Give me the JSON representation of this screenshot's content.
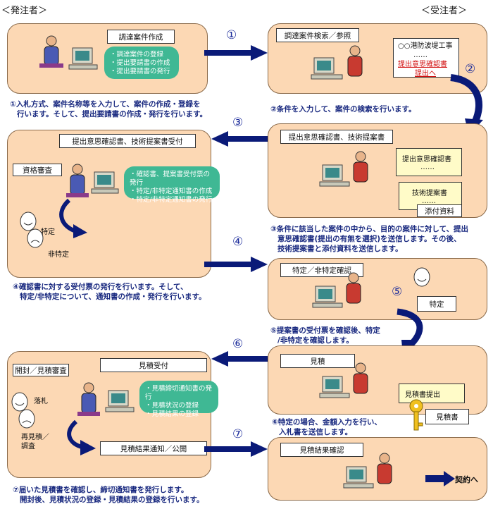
{
  "headers": {
    "orderer": "＜発注者＞",
    "contractor": "＜受注者＞"
  },
  "steps": {
    "s1": {
      "num": "①",
      "box": "調達案件作成",
      "bubble": [
        "・調達案件の登録",
        "・提出要請書の作成",
        "・提出要請書の発行"
      ],
      "desc": [
        "①入札方式、案件名称等を入力して、案件の作成・登録を",
        "行います。そして、提出要請書の作成・発行を行います。"
      ]
    },
    "s2": {
      "num": "②",
      "box": "調達案件検索／参照",
      "callout_title": "○○港防波堤工事",
      "callout_dots": "……",
      "callout_link1": "提出意思確認書",
      "callout_link2": "提出へ",
      "desc": [
        "②条件を入力して、案件の検索を行います。"
      ]
    },
    "s3": {
      "num": "③",
      "box_left": "提出意思確認書、技術提案書受付",
      "box_right": "提出意思確認書、技術提案書",
      "qual": "資格審査",
      "bubble": [
        "・確認書、提案書受付票の発行",
        "・特定/非特定通知書の作成",
        "・特定/非特定通知書の発行"
      ],
      "tokutei": "特定",
      "hitokutei": "非特定",
      "note1_title": "提出意思確認書",
      "note1_dots": "……",
      "note2_title": "技術提案書",
      "note2_dots": "……",
      "attach": "添付資料",
      "desc": [
        "③条件に該当した案件の中から、目的の案件に対して、提出",
        "意思確認書(提出の有無を選択)を送信します。その後、",
        "技術提案書と添付資料を送信します。"
      ]
    },
    "s4": {
      "num": "④",
      "box": "特定／非特定確認",
      "desc": [
        "④確認書に対する受付票の発行を行います。そして、",
        "特定/非特定について、通知書の作成・発行を行います。"
      ]
    },
    "s5": {
      "num": "⑤",
      "result": "特定",
      "desc": [
        "⑤提案書の受付票を確認後、特定",
        "/非特定を確認します。"
      ]
    },
    "s6": {
      "num": "⑥",
      "box_left": "見積受付",
      "box_right": "見積",
      "review": "開封／見積審査",
      "bubble": [
        "・見積締切通知書の発行",
        "・見積状況の登録",
        "・見積結果の登録"
      ],
      "rakusatsu": "落札",
      "remitsumori": [
        "再見積／",
        "調査"
      ],
      "note_title": "見積書提出",
      "key_label": "見積書",
      "desc": [
        "⑥特定の場合、金額入力を行い、",
        "入札書を送信します。"
      ]
    },
    "s7": {
      "num": "⑦",
      "box_left": "見積結果通知／公開",
      "box_right": "見積結果確認",
      "contract": "契約へ",
      "desc": [
        "⑦届いた見積書を確認し、締切通知書を発行します。",
        "開封後、見積状況の登録・見積結果の登録を行います。"
      ]
    }
  },
  "colors": {
    "panel": "#fcd8b4",
    "arrow": "#0a1a78",
    "bubble": "#3fb894",
    "text": "#1a2a80"
  }
}
